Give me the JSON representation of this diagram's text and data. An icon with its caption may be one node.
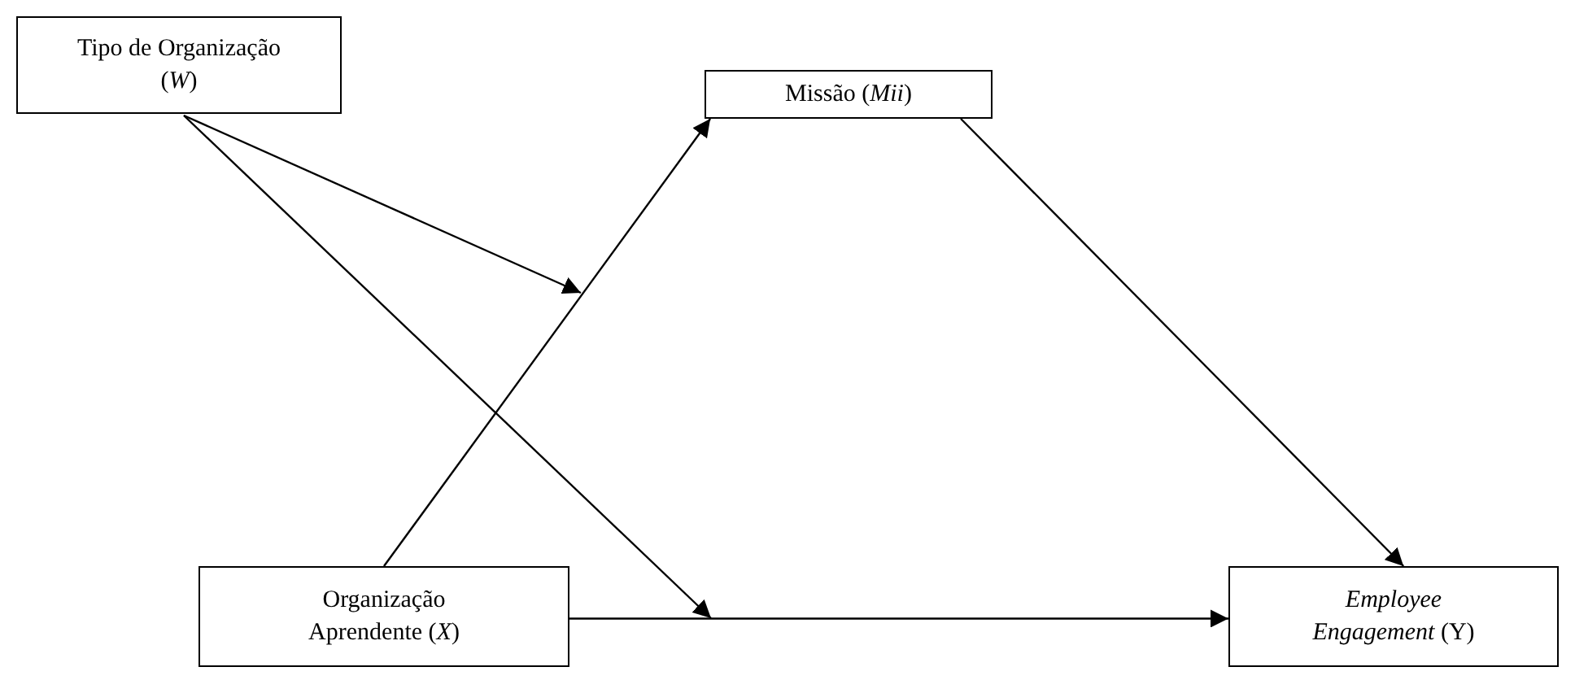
{
  "diagram": {
    "nodes": [
      {
        "text": [
          "Tipo de Organização (*W*)"
        ]
      },
      {
        "text": [
          "Missão (*Mii*)"
        ]
      },
      {
        "text": [
          "Organização Aprendente (*X*)"
        ]
      },
      {
        "text": [
          "*Employee Engagement* (Y)"
        ]
      }
    ],
    "edges": [
      {
        "from": 0,
        "to": null,
        "arrow": "to"
      },
      {
        "from": 0,
        "to": null,
        "arrow": "to"
      },
      {
        "from": 2,
        "to": 1,
        "arrow": "to"
      },
      {
        "from": 1,
        "to": 3,
        "arrow": "to"
      },
      {
        "from": 2,
        "to": 3,
        "arrow": "to"
      }
    ]
  }
}
